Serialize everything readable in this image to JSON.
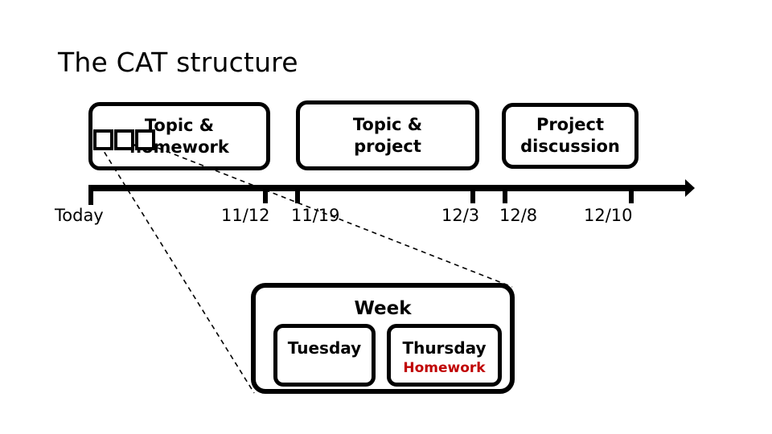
{
  "slide": {
    "title": "The CAT structure",
    "background": "#ffffff",
    "ink_color": "#000000",
    "accent_color": "#C00000"
  },
  "phases": [
    {
      "id": "topic-homework",
      "line1": "Topic &",
      "line2": "homework"
    },
    {
      "id": "topic-project",
      "line1": "Topic &",
      "line2": "project"
    },
    {
      "id": "project-discussion",
      "line1": "Project",
      "line2": "discussion"
    }
  ],
  "callout": {
    "name": "callout-bracket",
    "cells": [
      "",
      "",
      ""
    ]
  },
  "timeline": {
    "arrow_direction": "right",
    "ticks": [
      {
        "id": "today",
        "label": "Today"
      },
      {
        "id": "11-12",
        "label": "11/12"
      },
      {
        "id": "11-19",
        "label": "11/19"
      },
      {
        "id": "12-03",
        "label": "12/3"
      },
      {
        "id": "12-08",
        "label": "12/8"
      },
      {
        "id": "12-10",
        "label": "12/10"
      }
    ]
  },
  "week": {
    "title": "Week",
    "days": [
      {
        "id": "tuesday",
        "name": "Tuesday",
        "note": "",
        "note_color": "#C00000"
      },
      {
        "id": "thursday",
        "name": "Thursday",
        "note": "Homework",
        "note_color": "#C00000"
      }
    ]
  }
}
